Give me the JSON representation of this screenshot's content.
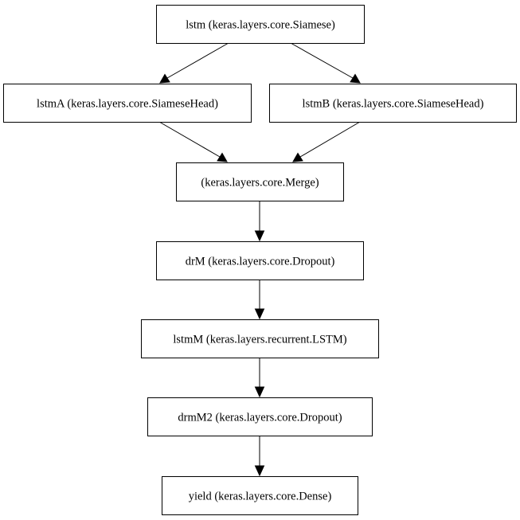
{
  "diagram": {
    "nodes": [
      {
        "id": "lstm",
        "label": "lstm (keras.layers.core.Siamese)"
      },
      {
        "id": "lstmA",
        "label": "lstmA (keras.layers.core.SiameseHead)"
      },
      {
        "id": "lstmB",
        "label": "lstmB (keras.layers.core.SiameseHead)"
      },
      {
        "id": "merge",
        "label": "(keras.layers.core.Merge)"
      },
      {
        "id": "drM",
        "label": "drM (keras.layers.core.Dropout)"
      },
      {
        "id": "lstmM",
        "label": "lstmM (keras.layers.recurrent.LSTM)"
      },
      {
        "id": "drmM2",
        "label": "drmM2 (keras.layers.core.Dropout)"
      },
      {
        "id": "yield",
        "label": "yield (keras.layers.core.Dense)"
      }
    ],
    "edges": [
      {
        "from": "lstm",
        "to": "lstmA"
      },
      {
        "from": "lstm",
        "to": "lstmB"
      },
      {
        "from": "lstmA",
        "to": "merge"
      },
      {
        "from": "lstmB",
        "to": "merge"
      },
      {
        "from": "merge",
        "to": "drM"
      },
      {
        "from": "drM",
        "to": "lstmM"
      },
      {
        "from": "lstmM",
        "to": "drmM2"
      },
      {
        "from": "drmM2",
        "to": "yield"
      }
    ]
  }
}
